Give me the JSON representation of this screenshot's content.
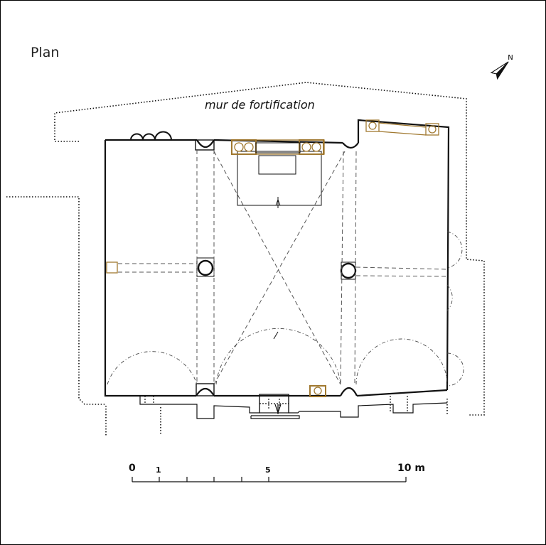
{
  "title": "Plan",
  "wall_label": "mur de fortification",
  "scale": {
    "labels": [
      "0",
      "1",
      "5",
      "10 m"
    ]
  },
  "north_label": "N",
  "colors": {
    "line": "#111111",
    "furniture": "#a0782f",
    "dashed": "#555555"
  }
}
